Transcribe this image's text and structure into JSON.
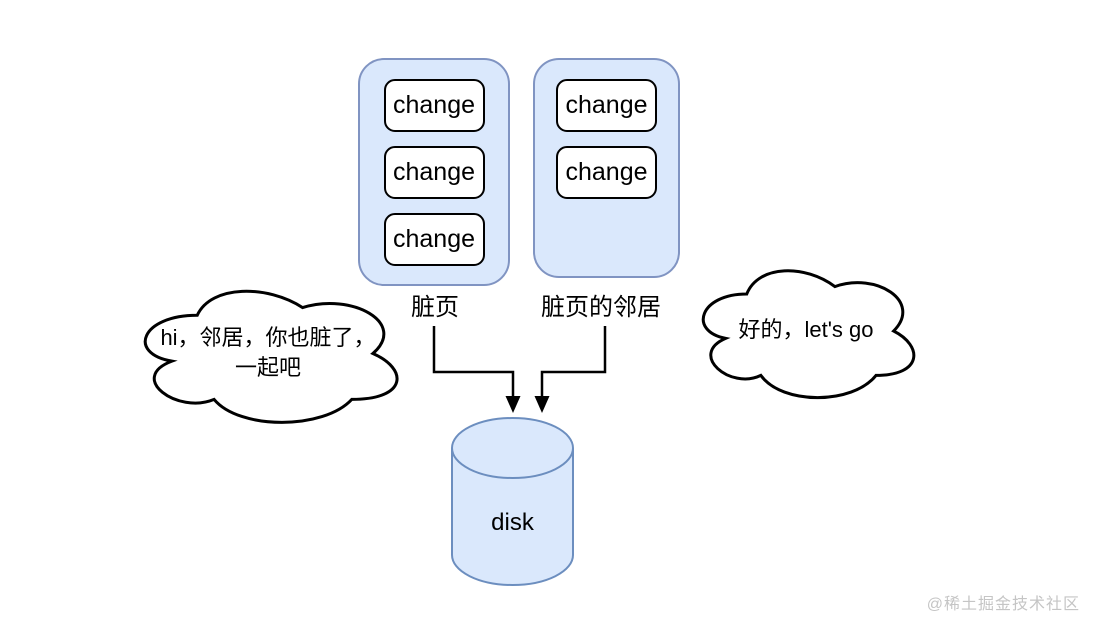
{
  "diagram": {
    "dirty_group": {
      "label": "脏页",
      "changes": [
        "change",
        "change",
        "change"
      ]
    },
    "neighbor_group": {
      "label": "脏页的邻居",
      "changes": [
        "change",
        "change"
      ]
    },
    "left_cloud": {
      "line1": "hi，邻居，你也脏了，",
      "line2": "一起吧"
    },
    "right_cloud": {
      "text": "好的，let's go"
    },
    "disk": {
      "label": "disk"
    },
    "watermark": "@稀土掘金技术社区",
    "colors": {
      "group_fill": "#dae8fc",
      "group_stroke": "#8094c2",
      "disk_fill": "#dae8fc",
      "disk_stroke": "#6c8ebf",
      "box_fill": "#ffffff",
      "box_stroke": "#000000",
      "arrow": "#000000",
      "cloud_stroke": "#000000",
      "watermark_color": "#c5c5c5"
    }
  }
}
